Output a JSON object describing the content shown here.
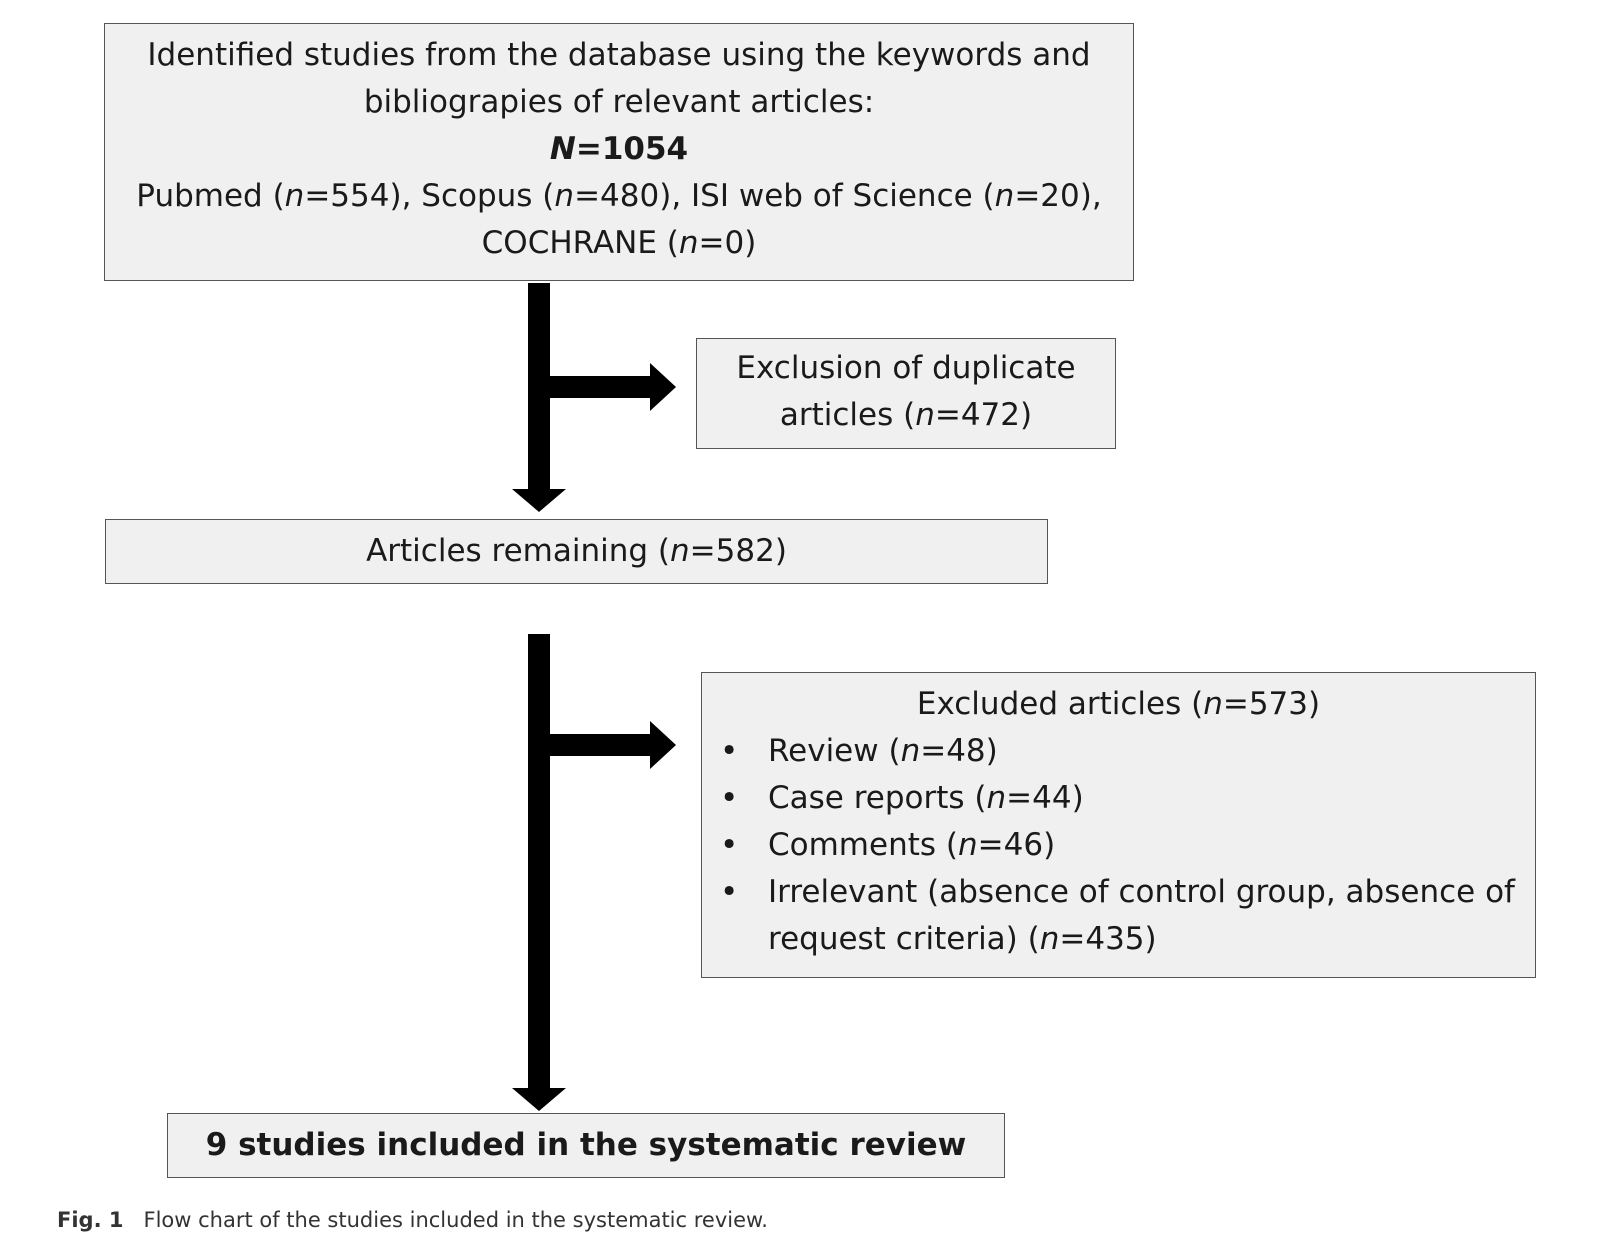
{
  "identified": {
    "line1": "Identified studies from the database using the keywords and",
    "line2": "bibliograpies of relevant articles:",
    "total_var": "N",
    "total_value": "=1054",
    "pubmed_label": "Pubmed (",
    "scopus_label": "), Scopus (",
    "isi_label": "), ISI web of Science (",
    "cochrane_label": "COCHRANE (",
    "n_var": "n",
    "pubmed_value": "=554",
    "scopus_value": "=480",
    "isi_value": "=20",
    "isi_close": "),",
    "cochrane_value": "=0",
    "close": ")"
  },
  "duplicates": {
    "line1": "Exclusion of duplicate",
    "line2_label": "articles  (",
    "n_var": "n",
    "value": "=472",
    "close": ")"
  },
  "remaining": {
    "label": "Articles remaining  (",
    "n_var": "n",
    "value": "=582",
    "close": ")"
  },
  "excluded": {
    "title_label": "Excluded articles (",
    "n_var": "n",
    "title_value": "=573",
    "close": ")",
    "bullet": "•",
    "items": [
      {
        "label": "Review (",
        "value": "=48",
        "close": ")"
      },
      {
        "label": "Case reports (",
        "value": "=44",
        "close": ")"
      },
      {
        "label": "Comments (",
        "value": "=46",
        "close": ")"
      },
      {
        "label": "Irrelevant (absence of control group, absence of request criteria) (",
        "value": "=435",
        "close": ")"
      }
    ]
  },
  "included": {
    "label": "9 studies included in the systematic review"
  },
  "caption": {
    "fig_label": "Fig. 1",
    "text": "Flow chart of the studies included in the systematic review."
  },
  "colors": {
    "box_fill": "#f0f0f0",
    "box_border": "#555555",
    "arrow": "#000000",
    "text": "#1a1a1a"
  }
}
